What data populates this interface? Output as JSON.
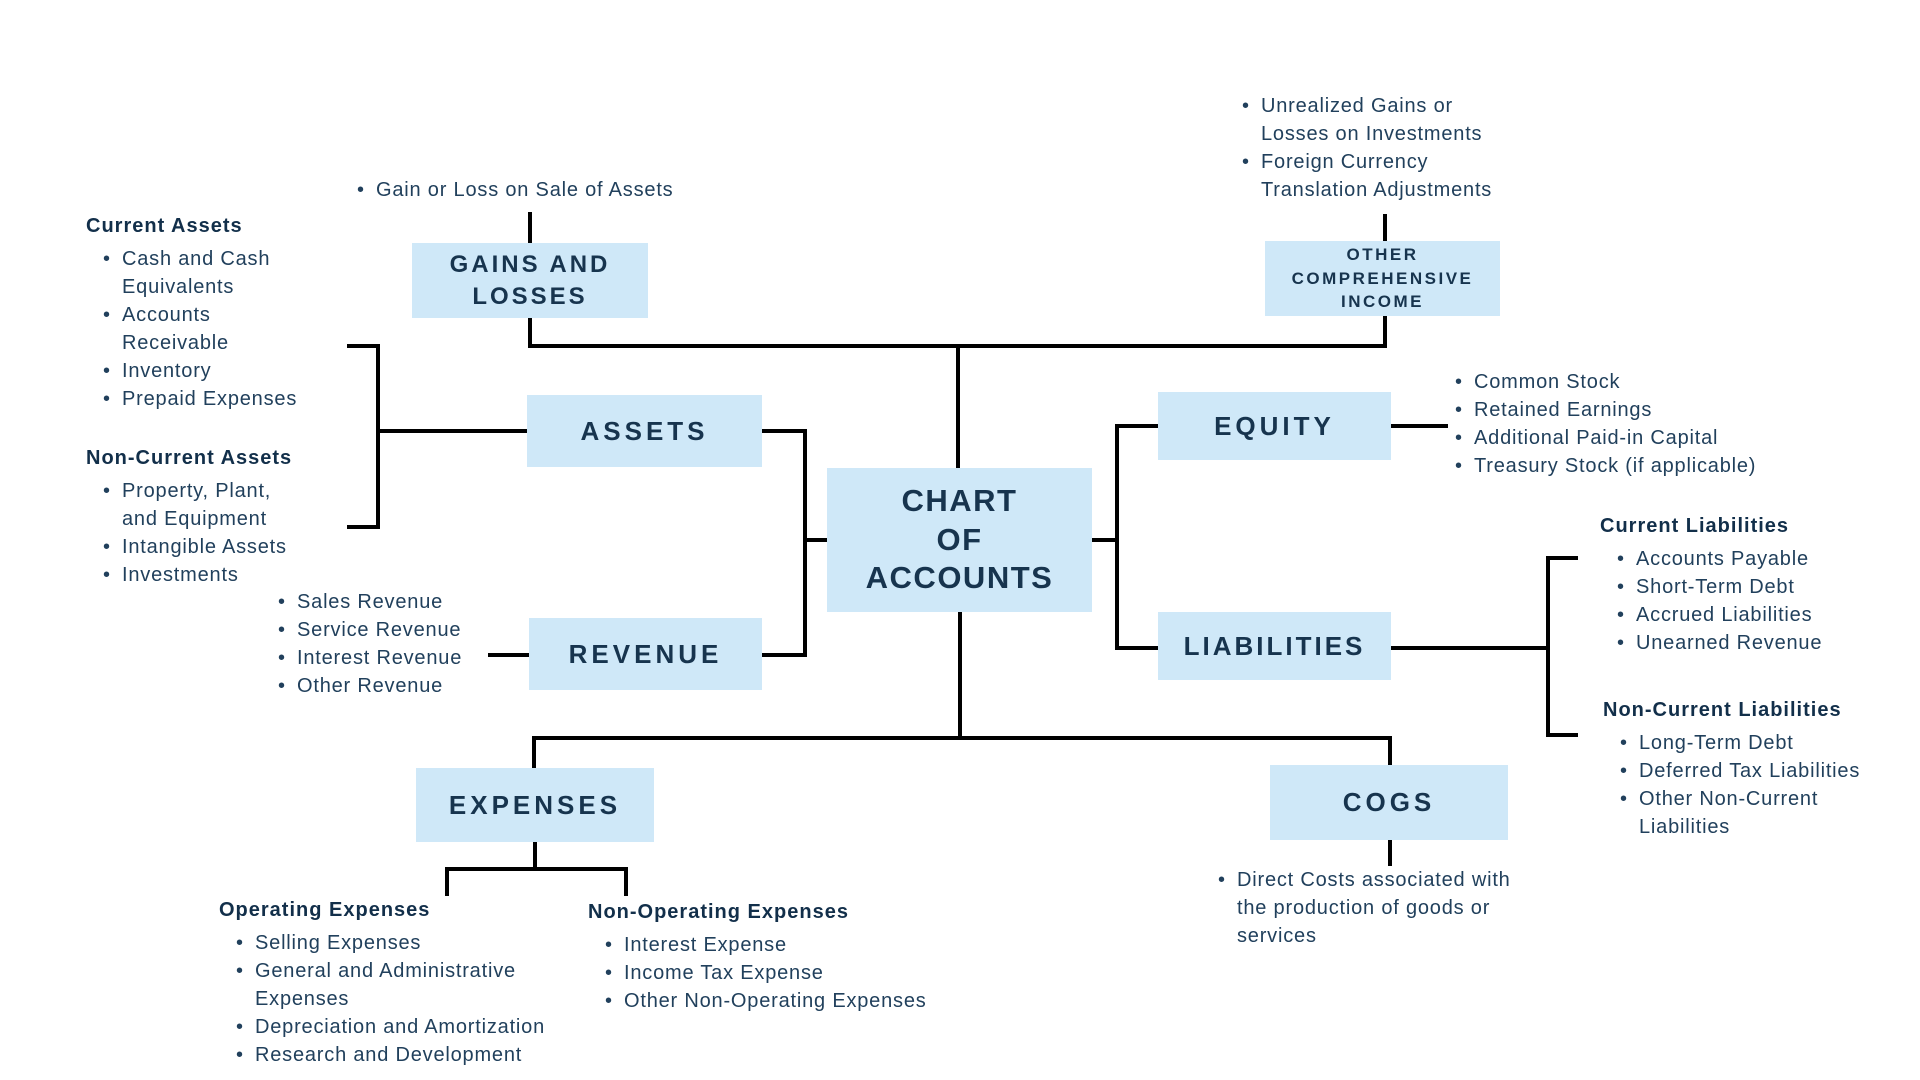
{
  "colors": {
    "box_fill": "#cfe8f8",
    "box_text": "#17344e",
    "heading_text": "#122f4a",
    "list_text": "#21405c",
    "line": "#000000",
    "bg": "#ffffff"
  },
  "diagram": {
    "center": {
      "label": "CHART\nOF\nACCOUNTS"
    },
    "nodes": {
      "gains_and_losses": {
        "label": "GAINS AND\nLOSSES"
      },
      "other_comprehensive_income": {
        "label": "OTHER\nCOMPREHENSIVE\nINCOME"
      },
      "assets": {
        "label": "ASSETS"
      },
      "equity": {
        "label": "EQUITY"
      },
      "revenue": {
        "label": "REVENUE"
      },
      "liabilities": {
        "label": "LIABILITIES"
      },
      "expenses": {
        "label": "EXPENSES"
      },
      "cogs": {
        "label": "COGS"
      }
    },
    "lists": {
      "gains_and_losses_items": {
        "items": [
          "Gain or Loss on Sale of Assets"
        ]
      },
      "oci_items": {
        "items": [
          "Unrealized Gains or\nLosses on Investments",
          "Foreign Currency\nTranslation Adjustments"
        ]
      },
      "current_assets": {
        "heading": "Current Assets",
        "items": [
          "Cash and Cash\nEquivalents",
          "Accounts\nReceivable",
          "Inventory",
          "Prepaid Expenses"
        ]
      },
      "non_current_assets": {
        "heading": "Non-Current Assets",
        "items": [
          "Property, Plant,\nand Equipment",
          "Intangible Assets",
          "Investments"
        ]
      },
      "equity_items": {
        "items": [
          "Common Stock",
          "Retained Earnings",
          "Additional Paid-in Capital",
          "Treasury Stock (if applicable)"
        ]
      },
      "current_liabilities": {
        "heading": "Current Liabilities",
        "items": [
          "Accounts Payable",
          "Short-Term Debt",
          "Accrued Liabilities",
          "Unearned Revenue"
        ]
      },
      "non_current_liabilities": {
        "heading": "Non-Current Liabilities",
        "items": [
          "Long-Term Debt",
          "Deferred Tax Liabilities",
          "Other Non-Current\nLiabilities"
        ]
      },
      "revenue_items": {
        "items": [
          "Sales Revenue",
          "Service Revenue",
          "Interest Revenue",
          "Other Revenue"
        ]
      },
      "operating_expenses": {
        "heading": "Operating Expenses",
        "items": [
          "Selling Expenses",
          "General and Administrative\nExpenses",
          "Depreciation and Amortization",
          "Research and Development"
        ]
      },
      "non_operating_expenses": {
        "heading": "Non-Operating Expenses",
        "items": [
          "Interest Expense",
          "Income Tax Expense",
          "Other Non-Operating Expenses"
        ]
      },
      "cogs_items": {
        "items": [
          "Direct Costs associated with\nthe production of goods or\nservices"
        ]
      }
    }
  }
}
